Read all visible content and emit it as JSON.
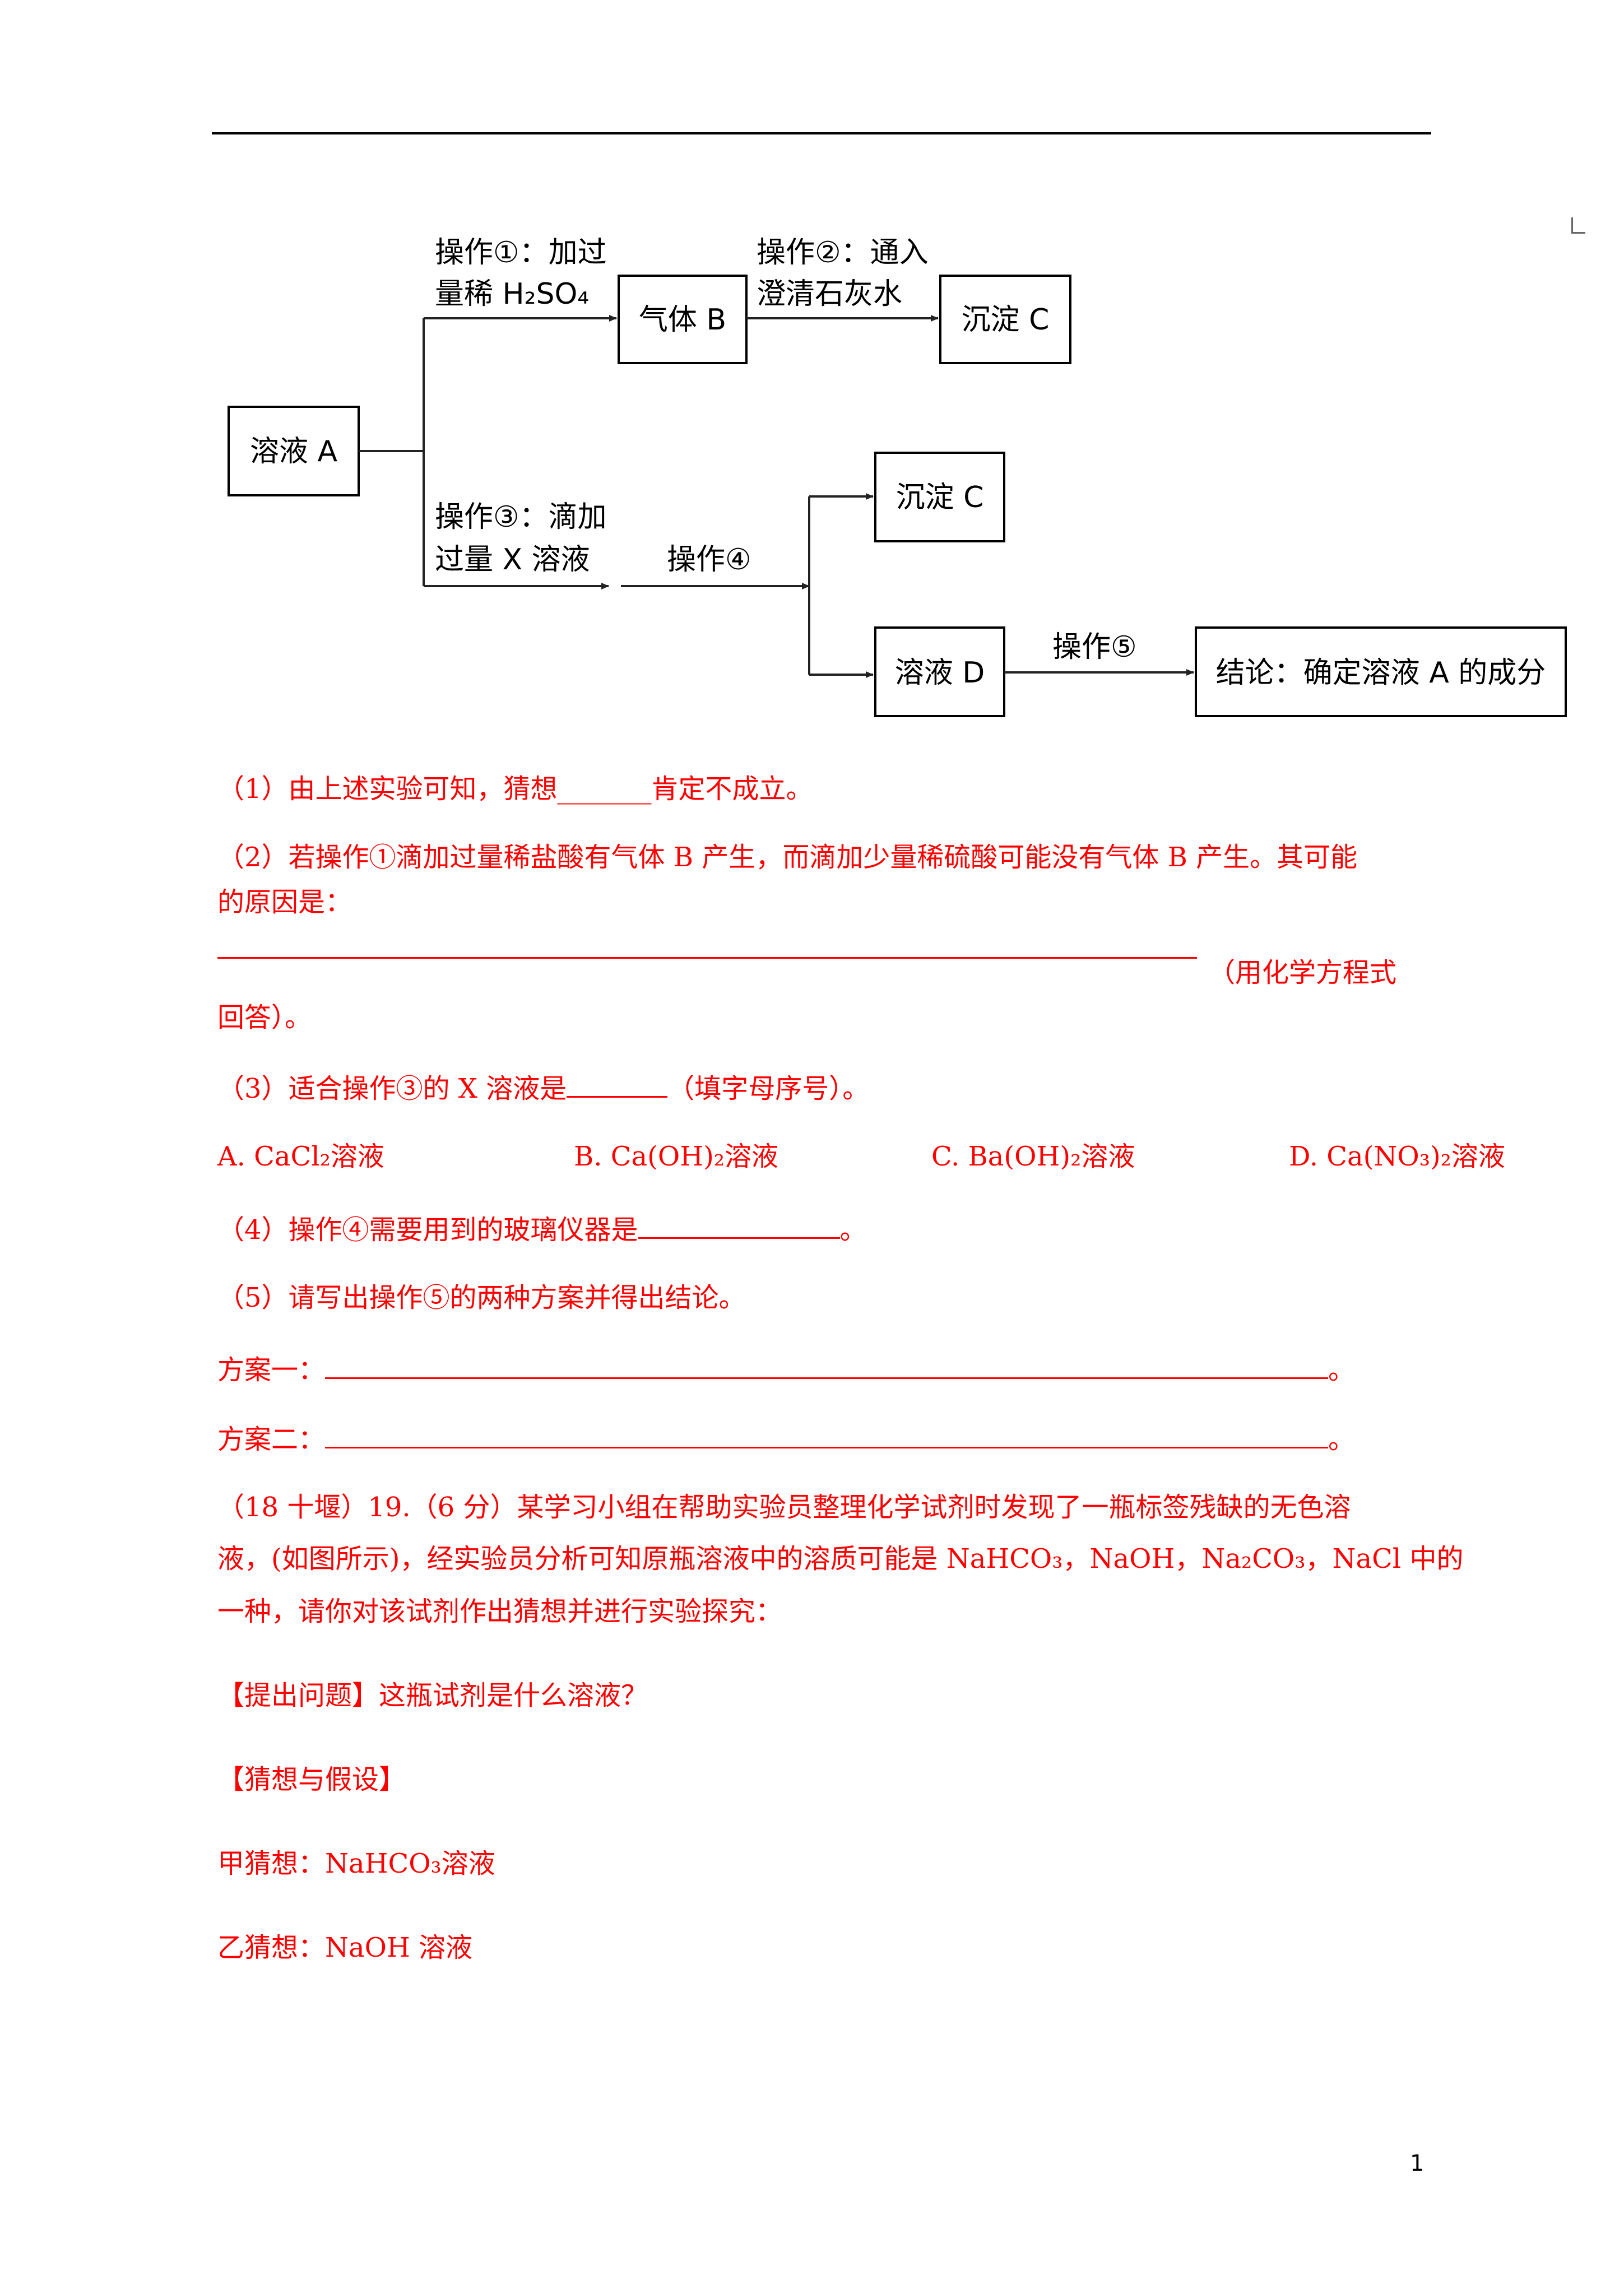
{
  "diagram": {
    "solution_a": "溶液 A",
    "gas_b": "气体 B",
    "precipitate_c_top": "沉淀 C",
    "precipitate_c_bottom": "沉淀 C",
    "solution_d": "溶液 D",
    "conclusion": "结论：确定溶液 A 的成分",
    "op1_line1": "操作①：加过",
    "op1_line2": "量稀 H₂SO₄",
    "op2_line1": "操作②：通入",
    "op2_line2": "澄清石灰水",
    "op3_line1": "操作③：滴加",
    "op3_line2": "过量 X 溶液",
    "op4": "操作④",
    "op5": "操作⑤"
  },
  "questions": {
    "q1_pre": "（1）由上述实验可知，猜想",
    "q1_blank": "_______",
    "q1_post": "肯定不成立。",
    "q2_line1": "（2）若操作①滴加过量稀盐酸有气体 B 产生，而滴加少量稀硫酸可能没有气体 B 产生。其可能",
    "q2_line2": "的原因是：",
    "q2_line3_post": "（用化学方程式",
    "q2_line4": "回答）。",
    "q3_pre": "（3）适合操作③的 X 溶液是",
    "q3_post": "（填字母序号）。",
    "opt_a": "A. CaCl₂溶液",
    "opt_b": "B. Ca(OH)₂溶液",
    "opt_c": "C. Ba(OH)₂溶液",
    "opt_d": "D. Ca(NO₃)₂溶液",
    "q4_pre": "（4）操作④需要用到的玻璃仪器是",
    "q4_post": "。",
    "q5": "（5）请写出操作⑤的两种方案并得出结论。",
    "plan1_label": "方案一：",
    "plan2_label": "方案二：",
    "plan_end": "。",
    "q19_line1": "（18 十堰）19.（6 分）某学习小组在帮助实验员整理化学试剂时发现了一瓶标签残缺的无色溶",
    "q19_line2": "液，(如图所示)，经实验员分析可知原瓶溶液中的溶质可能是 NaHCO₃，NaOH，Na₂CO₃，NaCl 中的",
    "q19_line3": "一种，请你对该试剂作出猜想并进行实验探究：",
    "raise_question": "【提出问题】这瓶试剂是什么溶液？",
    "hypothesis": "【猜想与假设】",
    "guess_a": "甲猜想：NaHCO₃溶液",
    "guess_b": "乙猜想：NaOH 溶液"
  },
  "page_number": "1"
}
